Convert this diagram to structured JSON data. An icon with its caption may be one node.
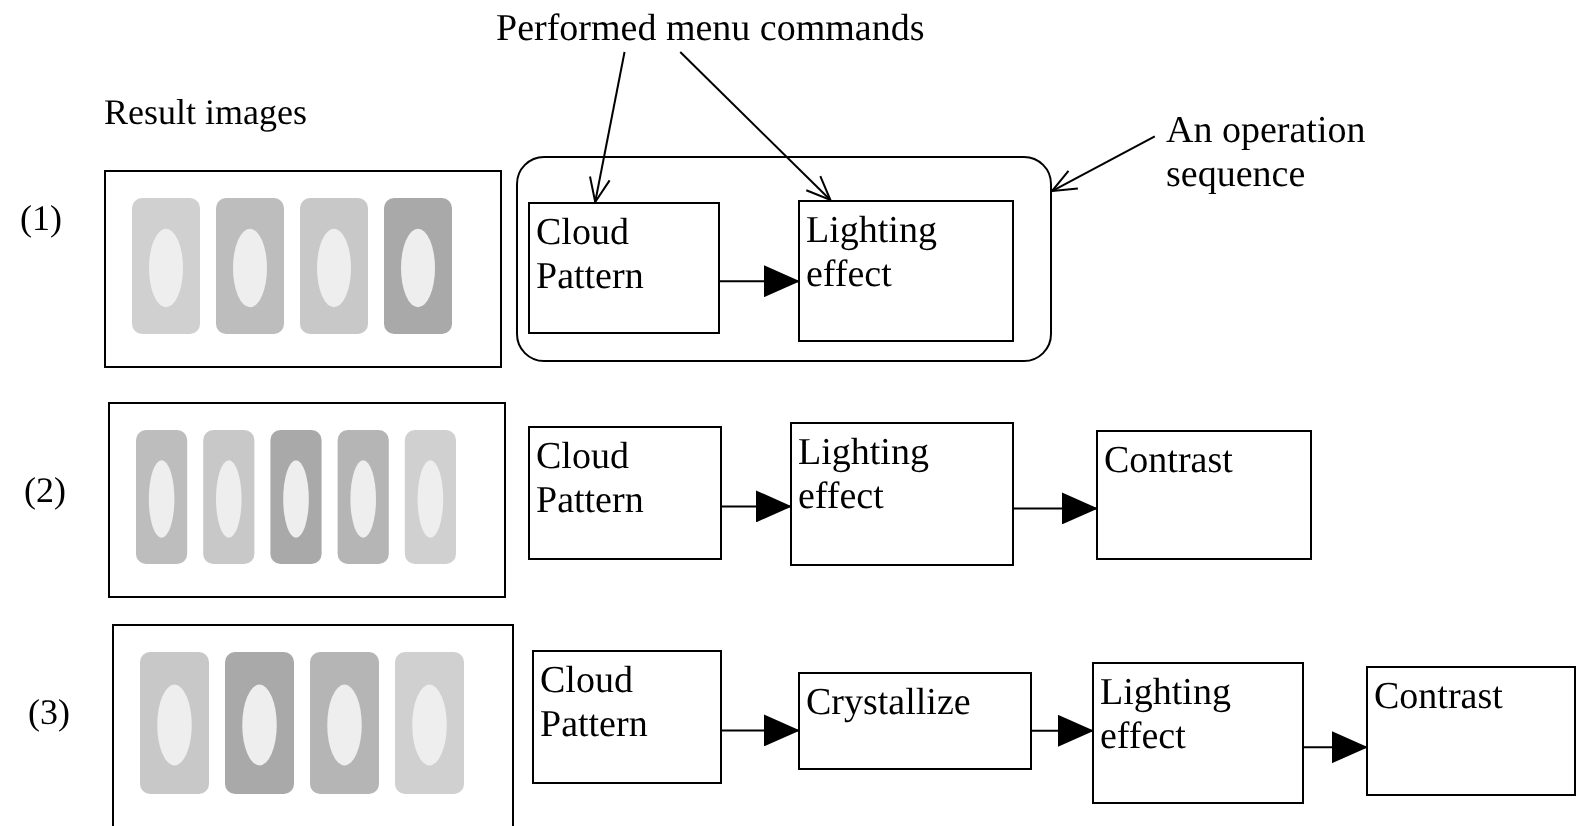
{
  "diagram": {
    "nodes": [
      {
        "text": [
          "Performed menu commands"
        ]
      },
      {
        "text": [
          "An operation sequence"
        ]
      },
      {
        "text": [],
        "shape": "box"
      },
      {
        "text": [
          "Cloud Pattern"
        ],
        "in": 2
      },
      {
        "text": [
          "Lighting effect"
        ],
        "in": 2
      },
      {
        "text": [
          "Cloud Pattern"
        ]
      },
      {
        "text": [
          "Lighting effect"
        ]
      },
      {
        "text": [
          "Contrast"
        ]
      },
      {
        "text": [
          "Cloud Pattern"
        ]
      },
      {
        "text": [
          "Crystallize"
        ]
      },
      {
        "text": [
          "Lighting effect"
        ]
      },
      {
        "text": [
          "Contrast"
        ]
      }
    ],
    "edges": [
      {
        "from": 0,
        "to": 3,
        "arrow": "to"
      },
      {
        "from": 0,
        "to": 4,
        "arrow": "to"
      },
      {
        "from": 1,
        "to": 2,
        "arrow": "to"
      },
      {
        "from": 3,
        "to": 4,
        "arrow": "to"
      },
      {
        "from": 5,
        "to": 6,
        "arrow": "to"
      },
      {
        "from": 6,
        "to": 7,
        "arrow": "to"
      },
      {
        "from": 8,
        "to": 9,
        "arrow": "to"
      },
      {
        "from": 9,
        "to": 10,
        "arrow": "to"
      },
      {
        "from": 10,
        "to": 11,
        "arrow": "to"
      }
    ],
    "labels": [
      "Result images",
      "(1)",
      "(2)",
      "(3)"
    ]
  }
}
